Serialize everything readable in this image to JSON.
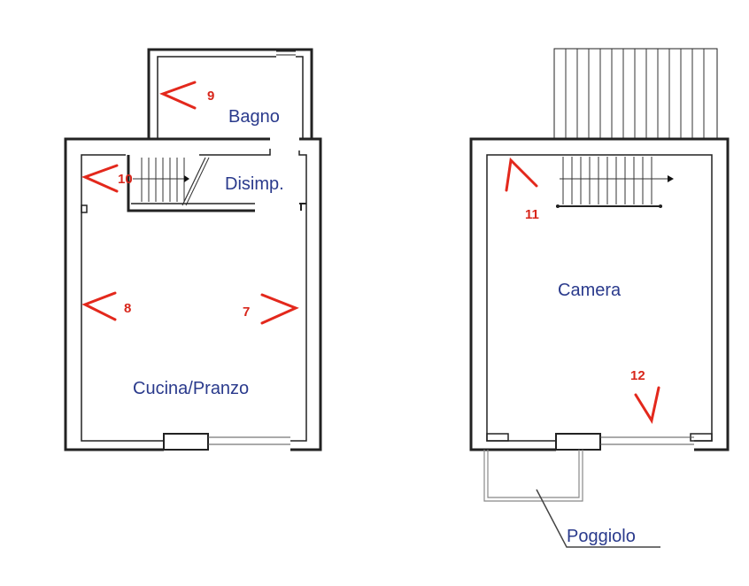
{
  "rooms": {
    "bagno": "Bagno",
    "disimpegno": "Disimp.",
    "cucina_pranzo": "Cucina/Pranzo",
    "camera": "Camera",
    "poggiolo": "Poggiolo"
  },
  "viewpoints": [
    "7",
    "8",
    "9",
    "10",
    "11",
    "12"
  ],
  "colors": {
    "room_label": "#2a3a8c",
    "viewpoint": "#d8261b",
    "wall": "#222222"
  }
}
